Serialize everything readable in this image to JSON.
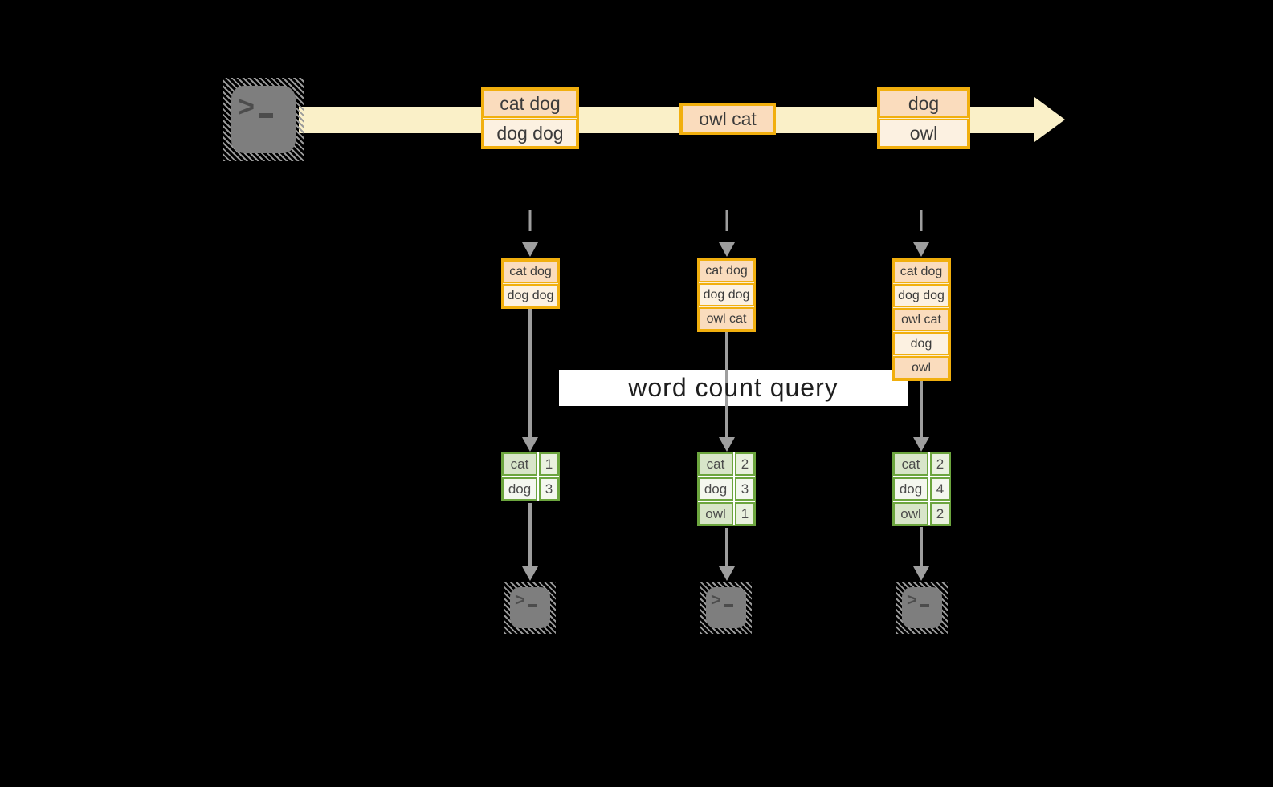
{
  "query_label": "word count query",
  "colors": {
    "accent_orange": "#F1AF0E",
    "fill_peach": "#FADCBD",
    "fill_cream": "#FCF1E1",
    "stream_band_yellow": "#FAF0C8",
    "accent_green": "#6CA53E",
    "fill_green_dark": "#D8E5C9",
    "fill_green_light": "#F4F7EF",
    "arrow_gray": "#9E9E9E",
    "terminal_gray": "#7E7E7E"
  },
  "stream": {
    "source_icon": "terminal-icon",
    "events": [
      {
        "lines": [
          "cat dog",
          "dog dog"
        ]
      },
      {
        "lines": [
          "owl cat"
        ]
      },
      {
        "lines": [
          "dog",
          "owl"
        ]
      }
    ]
  },
  "columns": [
    {
      "state": [
        "cat dog",
        "dog dog"
      ],
      "counts": [
        {
          "word": "cat",
          "count": 1
        },
        {
          "word": "dog",
          "count": 3
        }
      ],
      "sink_icon": "terminal-icon"
    },
    {
      "state": [
        "cat dog",
        "dog dog",
        "owl cat"
      ],
      "counts": [
        {
          "word": "cat",
          "count": 2
        },
        {
          "word": "dog",
          "count": 3
        },
        {
          "word": "owl",
          "count": 1
        }
      ],
      "sink_icon": "terminal-icon"
    },
    {
      "state": [
        "cat dog",
        "dog dog",
        "owl cat",
        "dog",
        "owl"
      ],
      "counts": [
        {
          "word": "cat",
          "count": 2
        },
        {
          "word": "dog",
          "count": 4
        },
        {
          "word": "owl",
          "count": 2
        }
      ],
      "sink_icon": "terminal-icon"
    }
  ]
}
